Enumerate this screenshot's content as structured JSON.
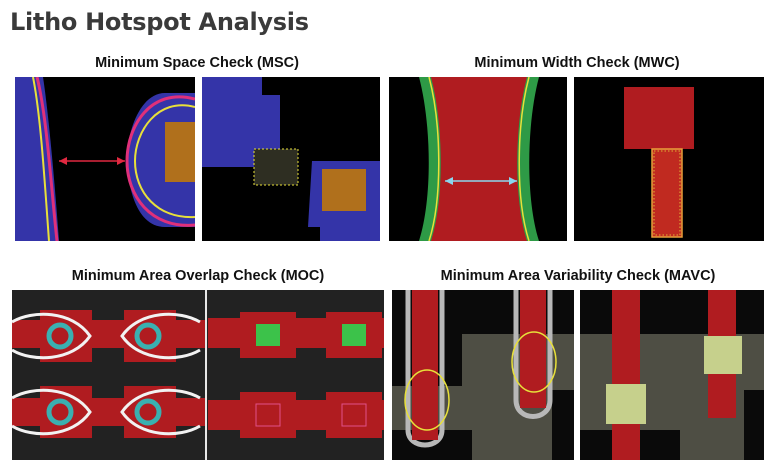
{
  "page": {
    "title": "Litho Hotspot Analysis"
  },
  "checks": [
    {
      "id": "msc",
      "caption": "Minimum Space Check (MSC)"
    },
    {
      "id": "mwc",
      "caption": "Minimum Width Check (MWC)"
    },
    {
      "id": "moc",
      "caption": "Minimum Area Overlap Check (MOC)"
    },
    {
      "id": "mavc",
      "caption": "Minimum Area Variability Check (MAVC)"
    }
  ],
  "colors": {
    "background": "#000000",
    "metal_blue": "#3434a8",
    "metal_red": "#b01c20",
    "via_orange": "#b0701c",
    "via_green": "#3cc24a",
    "contour_magenta": "#e0307a",
    "contour_yellow": "#e8e03a",
    "ring_white": "#f2f2f2",
    "ring_teal": "#3ab0b0",
    "measure_red": "#e02840",
    "measure_blue": "#8ad6ee",
    "grey_layer": "#4e4e44",
    "via_pale": "#c6d08c"
  }
}
